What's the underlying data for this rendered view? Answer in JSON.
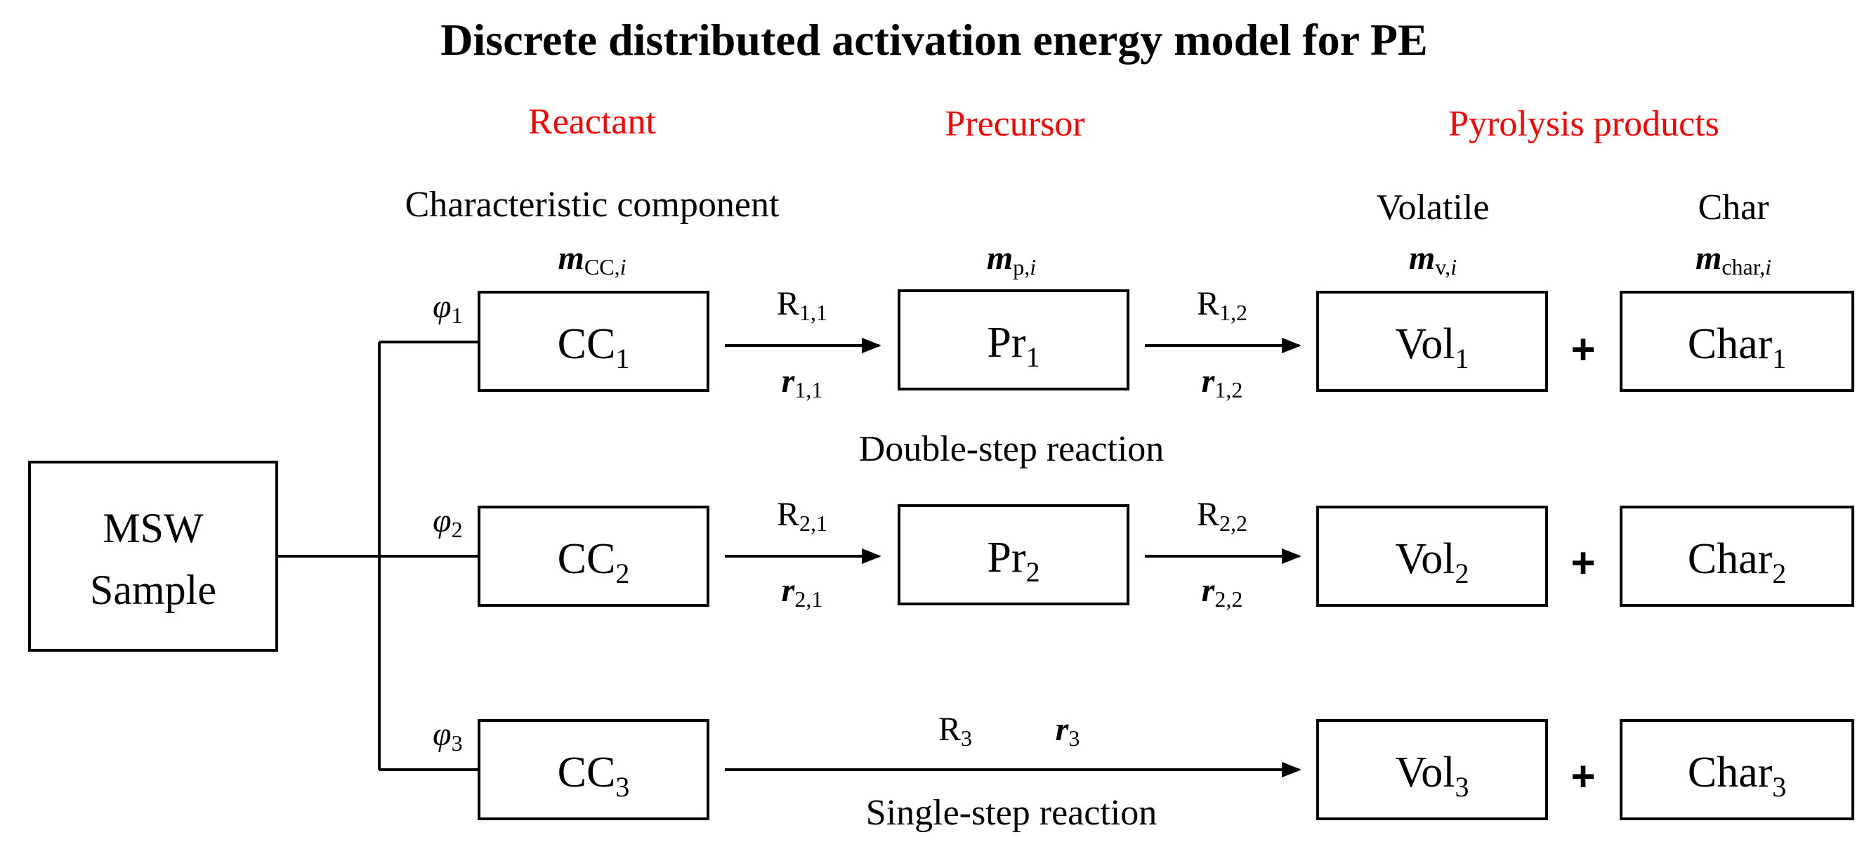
{
  "title": "Discrete distributed activation energy model for PE",
  "headers": {
    "reactant": "Reactant",
    "precursor": "Precursor",
    "products": "Pyrolysis products",
    "color": "#ff0000"
  },
  "column_labels": {
    "cc": {
      "name": "Characteristic component",
      "mass_base": "m",
      "mass_sub": "CC,",
      "mass_idx": "i"
    },
    "pr": {
      "mass_base": "m",
      "mass_sub": "p,",
      "mass_idx": "i"
    },
    "vol": {
      "name": "Volatile",
      "mass_base": "m",
      "mass_sub": "v,",
      "mass_idx": "i"
    },
    "char": {
      "name": "Char",
      "mass_base": "m",
      "mass_sub": "char,",
      "mass_idx": "i"
    }
  },
  "source": {
    "line1": "MSW",
    "line2": "Sample"
  },
  "plus": "+",
  "rows": [
    {
      "phi": "φ",
      "phi_sub": "1",
      "cc": "CC",
      "cc_sub": "1",
      "pr": "Pr",
      "pr_sub": "1",
      "vol": "Vol",
      "vol_sub": "1",
      "char": "Char",
      "char_sub": "1",
      "R1": "R",
      "R1_sub": "1,1",
      "r1": "r",
      "r1_sub": "1,1",
      "R2": "R",
      "R2_sub": "1,2",
      "r2": "r",
      "r2_sub": "1,2"
    },
    {
      "phi": "φ",
      "phi_sub": "2",
      "cc": "CC",
      "cc_sub": "2",
      "pr": "Pr",
      "pr_sub": "2",
      "vol": "Vol",
      "vol_sub": "2",
      "char": "Char",
      "char_sub": "2",
      "R1": "R",
      "R1_sub": "2,1",
      "r1": "r",
      "r1_sub": "2,1",
      "R2": "R",
      "R2_sub": "2,2",
      "r2": "r",
      "r2_sub": "2,2"
    },
    {
      "phi": "φ",
      "phi_sub": "3",
      "cc": "CC",
      "cc_sub": "3",
      "vol": "Vol",
      "vol_sub": "3",
      "char": "Char",
      "char_sub": "3",
      "R": "R",
      "R_sub": "3",
      "r": "r",
      "r_sub": "3"
    }
  ],
  "labels": {
    "double_step": "Double-step reaction",
    "single_step": "Single-step reaction"
  }
}
